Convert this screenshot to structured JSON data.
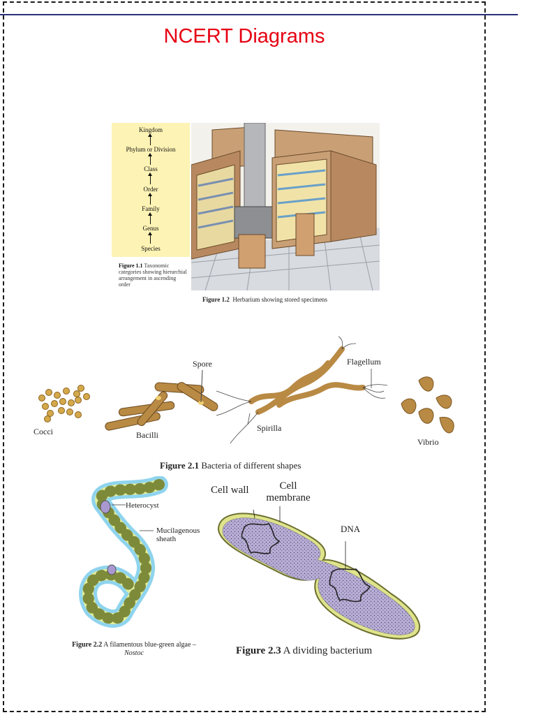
{
  "title": "NCERT Diagrams",
  "colors": {
    "title": "#e60012",
    "topline": "#2b2f7a",
    "taxonomy_bg": "#fdf3b4",
    "bacteria": "#b98a44",
    "cell_fill": "#b9aed6",
    "cell_wall": "#d8dd86"
  },
  "taxonomy": {
    "levels": [
      "Kingdom",
      "Phylum or Division",
      "Class",
      "Order",
      "Family",
      "Genus",
      "Species"
    ],
    "caption_label": "Figure 1.1",
    "caption_text": "Taxonomic categories showing hierarchial arrangement in ascending order"
  },
  "herbarium": {
    "caption_label": "Figure 1.2",
    "caption_text": "Herbarium showing stored specimens"
  },
  "bacteria_shapes": {
    "labels": {
      "cocci": "Cocci",
      "bacilli": "Bacilli",
      "spore": "Spore",
      "spirilla": "Spirilla",
      "flagellum": "Flagellum",
      "vibrio": "Vibrio"
    },
    "caption_label": "Figure 2.1",
    "caption_text": "Bacteria of different shapes"
  },
  "nostoc": {
    "labels": {
      "heterocyst": "Heterocyst",
      "mucilagenous_sheath": "Mucilagenous sheath"
    },
    "caption_label": "Figure 2.2",
    "caption_text": "A filamentous blue-green algae – ",
    "caption_italic": "Nostoc"
  },
  "dividing_bacterium": {
    "labels": {
      "cell_wall": "Cell wall",
      "cell_membrane": "Cell membrane",
      "dna": "DNA"
    },
    "caption_label": "Figure 2.3",
    "caption_text": "A dividing bacterium"
  }
}
